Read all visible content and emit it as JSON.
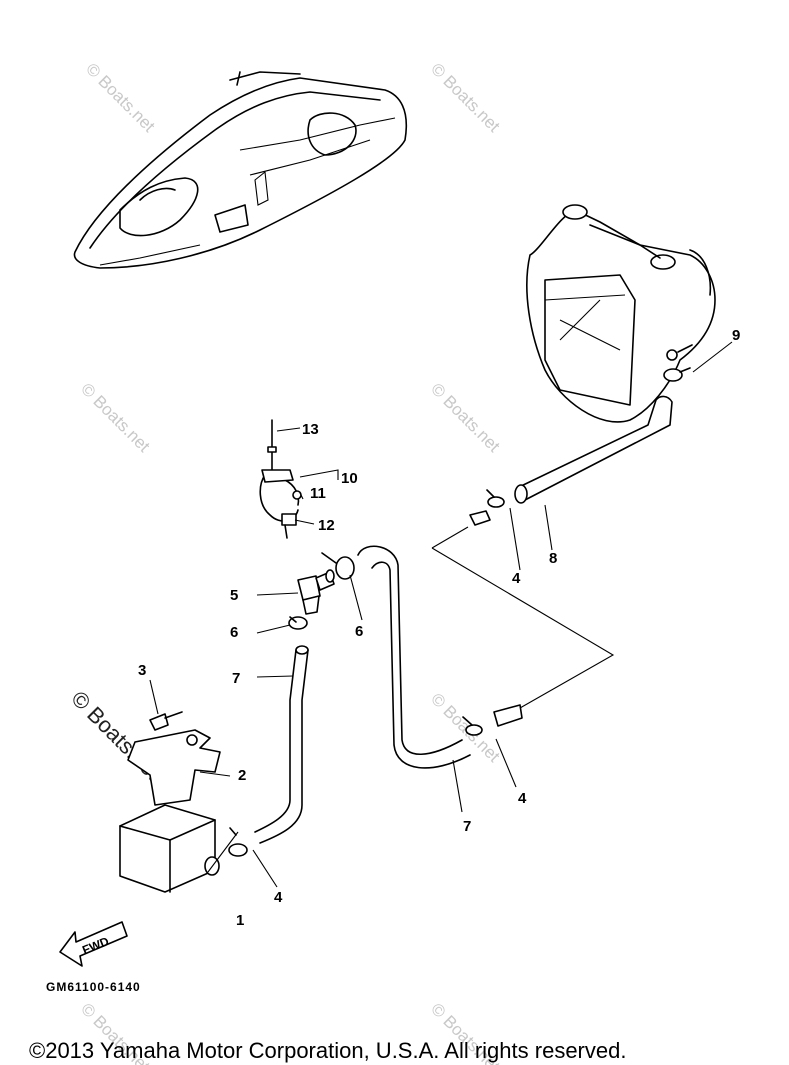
{
  "watermark": "© Boats.net",
  "diagram_code": "GM61100-6140",
  "fwd_label": "FWD",
  "copyright": "©2013 Yamaha Motor Corporation, U.S.A. All rights reserved.",
  "callouts": {
    "c1": "1",
    "c2": "2",
    "c3": "3",
    "c4a": "4",
    "c4b": "4",
    "c4c": "4",
    "c5": "5",
    "c6a": "6",
    "c6b": "6",
    "c7a": "7",
    "c7b": "7",
    "c8": "8",
    "c9": "9",
    "c10": "10",
    "c11": "11",
    "c12": "12",
    "c13": "13"
  }
}
